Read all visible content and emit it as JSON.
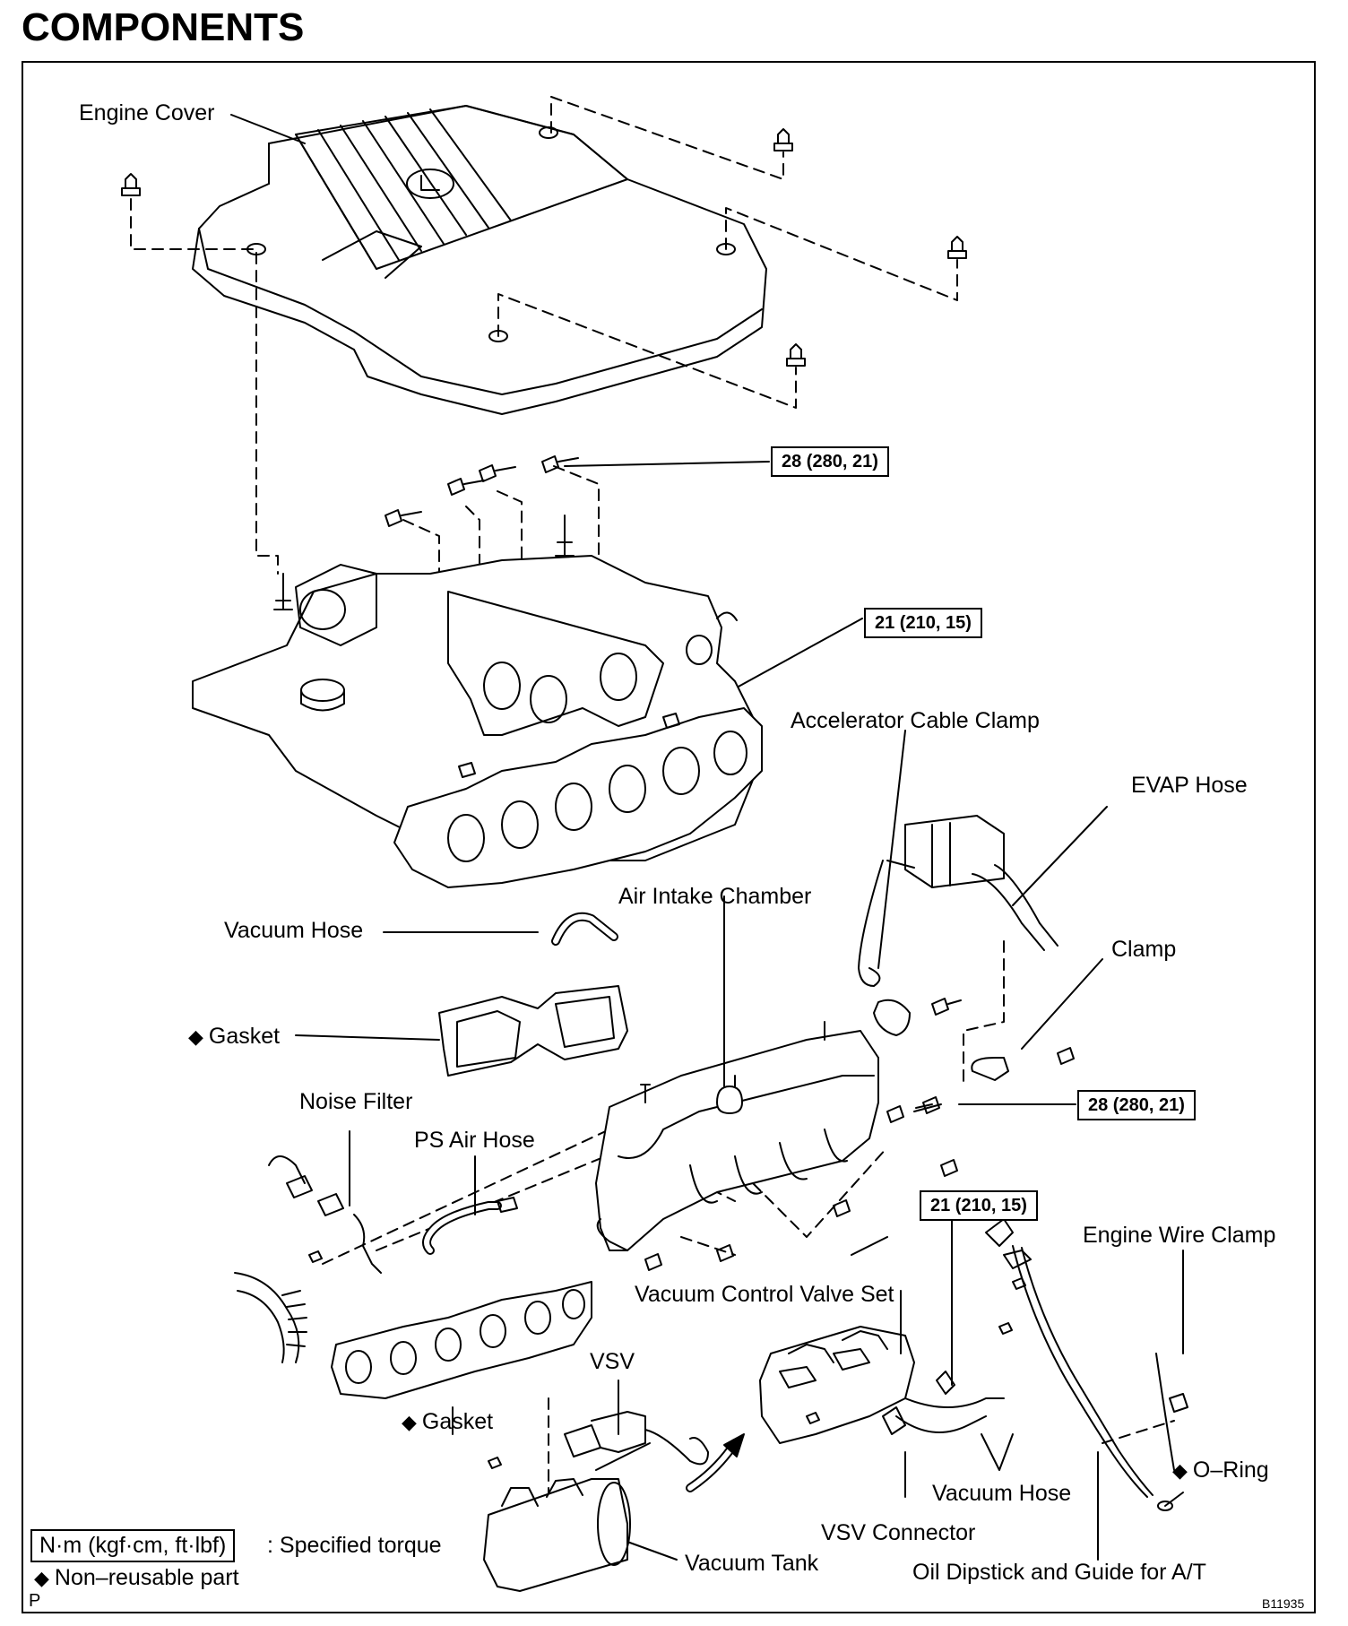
{
  "title": "COMPONENTS",
  "labels": {
    "engine_cover": "Engine Cover",
    "accelerator_cable_clamp": "Accelerator Cable Clamp",
    "evap_hose": "EVAP Hose",
    "air_intake_chamber": "Air Intake Chamber",
    "vacuum_hose_top": "Vacuum Hose",
    "clamp": "Clamp",
    "gasket_top": "Gasket",
    "noise_filter": "Noise Filter",
    "ps_air_hose": "PS Air Hose",
    "engine_wire_clamp": "Engine Wire Clamp",
    "vacuum_control_valve_set": "Vacuum Control Valve Set",
    "vsv": "VSV",
    "gasket_bottom": "Gasket",
    "o_ring": "O–Ring",
    "vacuum_hose_bottom": "Vacuum Hose",
    "vsv_connector": "VSV Connector",
    "vacuum_tank": "Vacuum Tank",
    "oil_dipstick": "Oil Dipstick and Guide for A/T"
  },
  "torques": {
    "t1": "28 (280, 21)",
    "t2": "21 (210, 15)",
    "t3": "28 (280, 21)",
    "t4": "21 (210, 15)"
  },
  "legend": {
    "unit_box": "N·m (kgf·cm, ft·lbf)",
    "unit_text": ": Specified torque",
    "nonreusable": "Non–reusable part"
  },
  "footer": {
    "left": "P",
    "code": "B11935"
  },
  "symbols": {
    "diamond": "◆"
  }
}
